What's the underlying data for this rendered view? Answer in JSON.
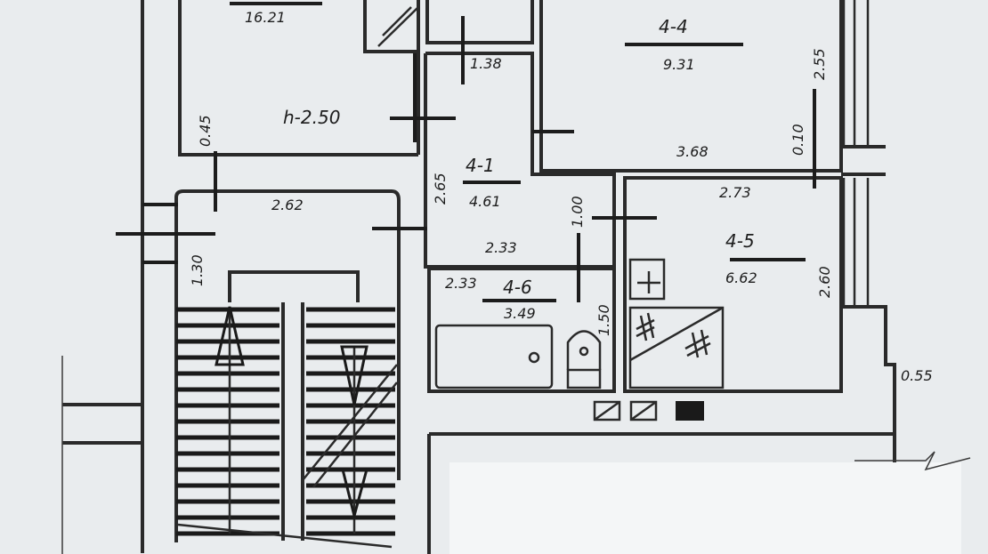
{
  "colors": {
    "paper": "#e9ecee",
    "ink": "#1d1d1d",
    "scan_blank": "#f4f6f7"
  },
  "plan": {
    "rooms": [
      {
        "id": "room-top-left-area",
        "area": "16.21"
      },
      {
        "id": "room-4-4",
        "label": "4-4",
        "area": "9.31"
      },
      {
        "id": "room-4-1",
        "label": "4-1",
        "area": "4.61"
      },
      {
        "id": "room-4-5",
        "label": "4-5",
        "area": "6.62"
      },
      {
        "id": "room-4-6",
        "label": "4-6",
        "area": "3.49"
      }
    ],
    "ceiling_height": "h-2.50",
    "dimensions": [
      "1.38",
      "2.55",
      "0.45",
      "0.10",
      "3.68",
      "2.65",
      "2.62",
      "2.73",
      "1.00",
      "2.33",
      "1.30",
      "2.33",
      "2.60",
      "1.50",
      "0.55"
    ],
    "icons": [
      "stair-up-arrow-icon",
      "stair-down-arrow-icon",
      "bathtub-icon",
      "toilet-icon",
      "kitchen-stove-icon",
      "sink-icon",
      "radiator-icon"
    ]
  }
}
